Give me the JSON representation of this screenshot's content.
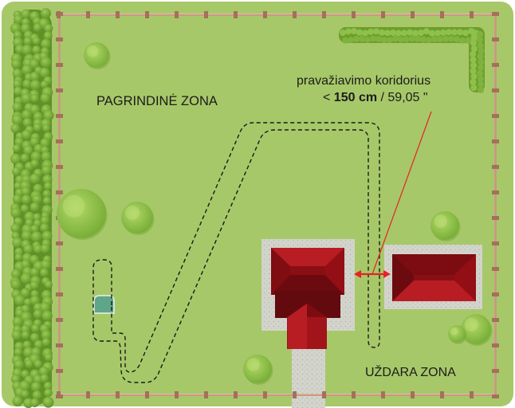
{
  "zones": {
    "main": "PAGRINDINĖ ZONA",
    "closed": "UŽDARA ZONA"
  },
  "corridor": {
    "title": "pravažiavimo koridorius",
    "prefix": "< ",
    "metric": "150 cm",
    "separator": " / ",
    "imperial": "59,05 \""
  },
  "colors": {
    "lawn": "#a7c869",
    "fence": "#c89a80",
    "hedge": "#6d9e2a",
    "roof": "#8a0f14",
    "gravel": "#d3d5cd",
    "station": "#5fa58a",
    "arrow": "#e52228"
  },
  "icons": [
    "fence",
    "hedge",
    "tree",
    "house-roof",
    "charging-station",
    "boundary-wire",
    "double-arrow"
  ]
}
